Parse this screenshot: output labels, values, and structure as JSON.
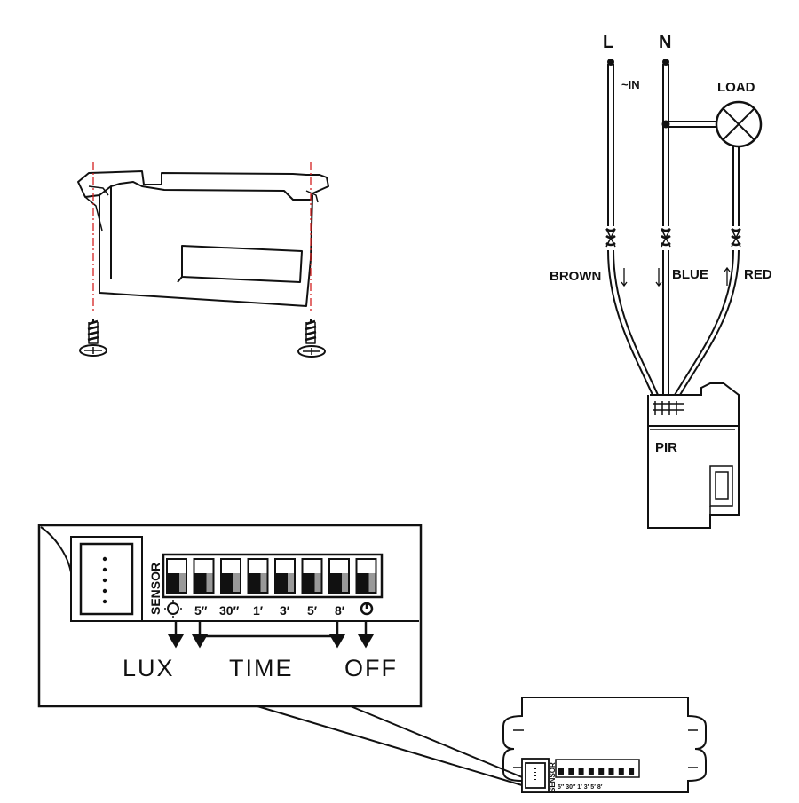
{
  "wiring": {
    "terminal_l": "L",
    "terminal_n": "N",
    "input_label": "~IN",
    "load_label": "LOAD",
    "wire_brown": "BROWN",
    "wire_blue": "BLUE",
    "wire_red": "RED",
    "module_label": "PIR"
  },
  "dip_panel": {
    "sensor_label": "SENSOR",
    "settings": [
      "5″",
      "30″",
      "1′",
      "3′",
      "5′",
      "8′"
    ],
    "lux_label": "LUX",
    "time_label": "TIME",
    "off_label": "OFF",
    "lux_icon": "sun-icon",
    "off_icon": "power-icon"
  },
  "small_module": {
    "sensor_label": "SENSOR",
    "settings_text": "5″ 30″ 1′ 3′ 5′ 8′"
  },
  "colors": {
    "line": "#111111",
    "guide": "#d42020"
  }
}
